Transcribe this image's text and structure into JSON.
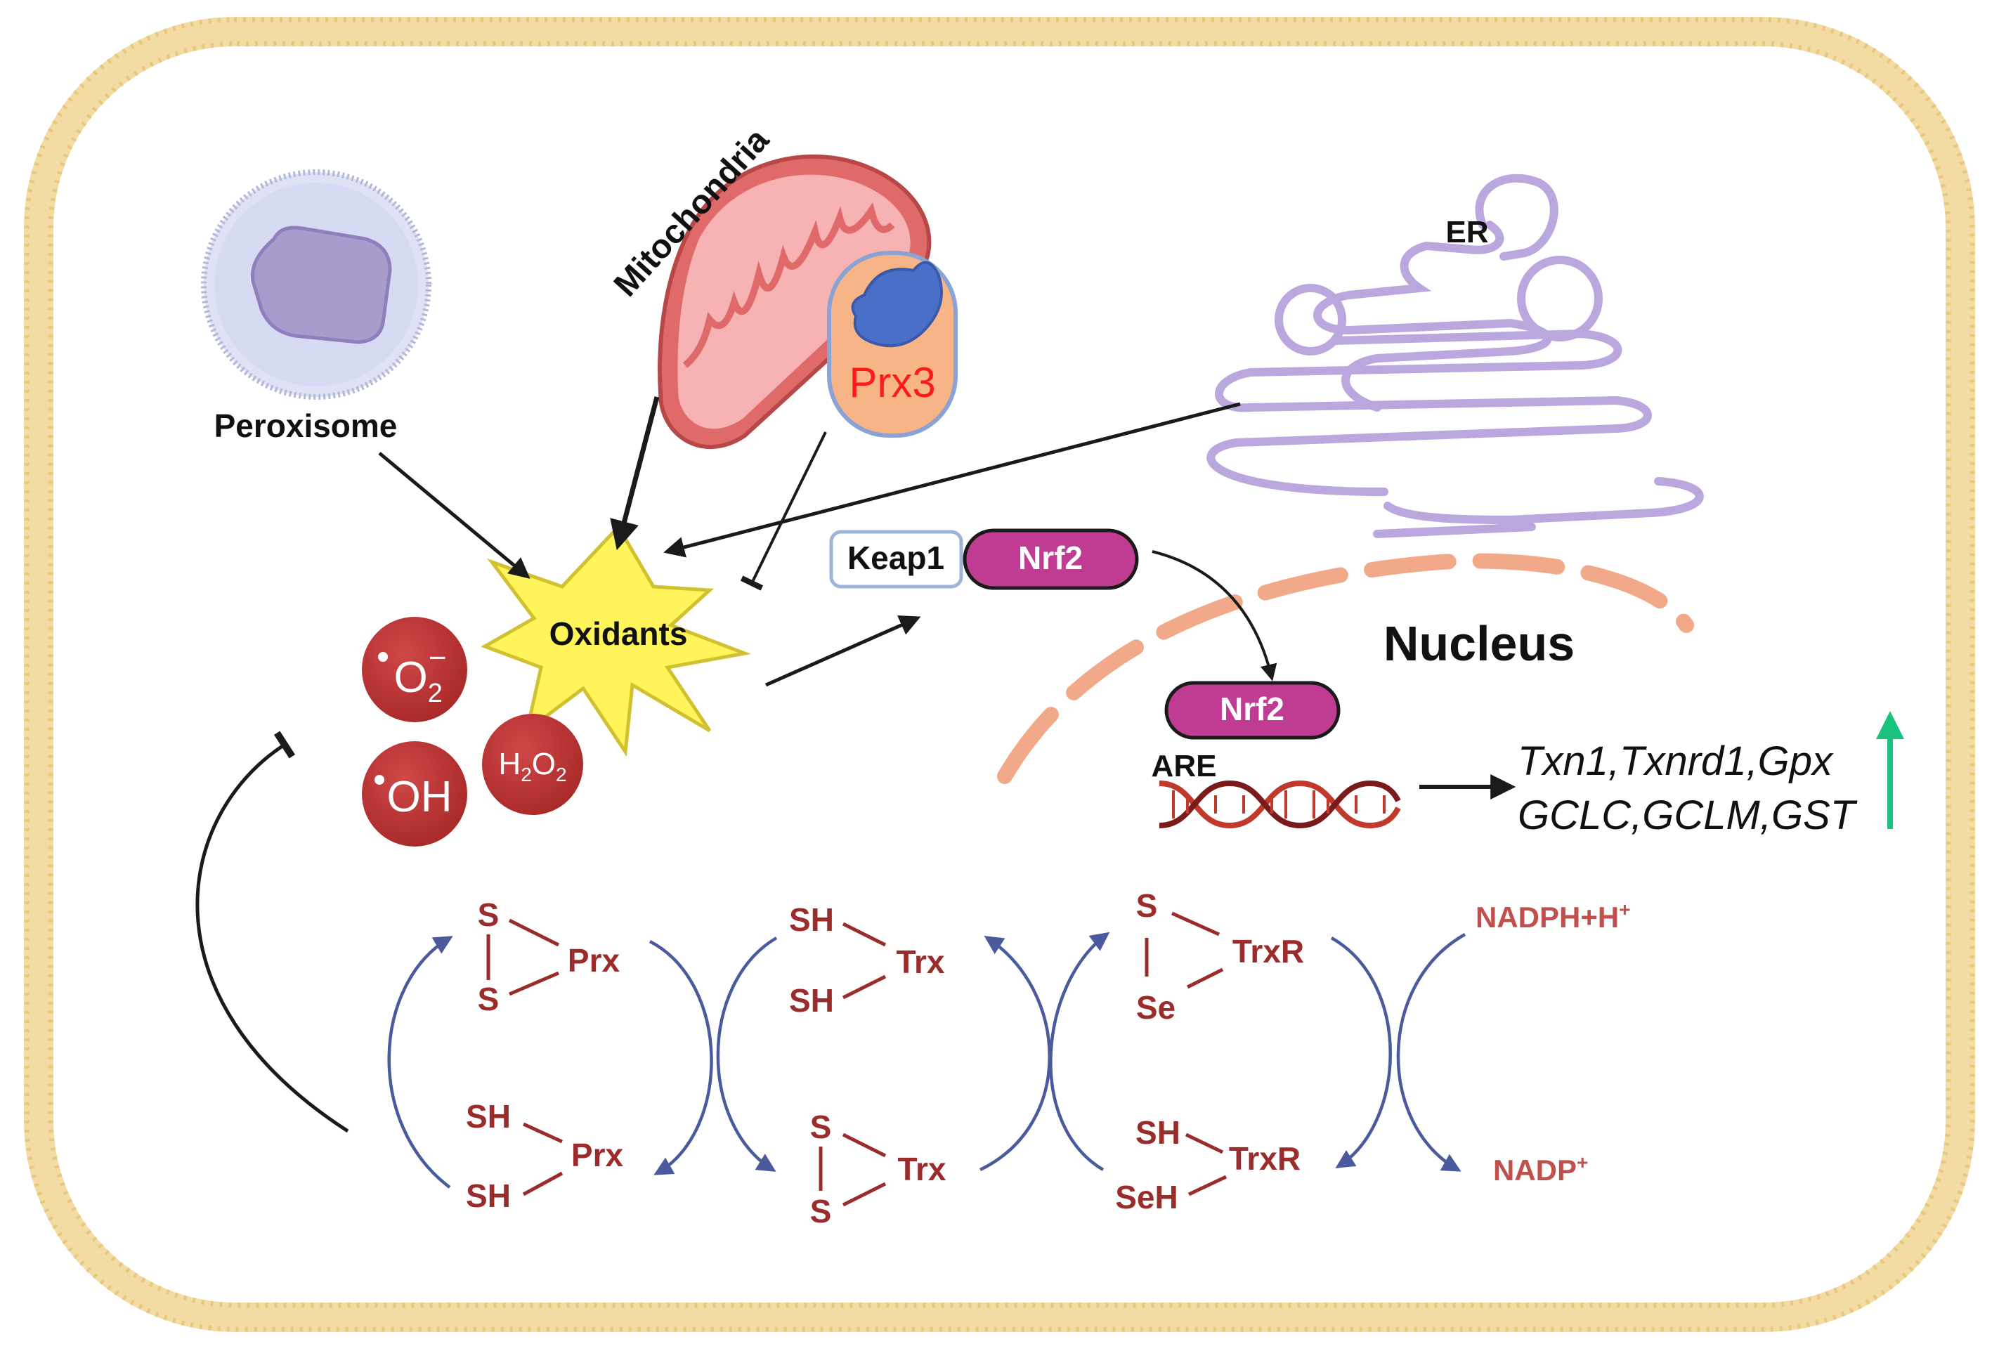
{
  "organelles": {
    "peroxisome": "Peroxisome",
    "mitochondria": "Mitochondria",
    "prx3": "Prx3",
    "er": "ER",
    "nucleus": "Nucleus"
  },
  "oxidants": {
    "label": "Oxidants",
    "superoxide_main": "O",
    "superoxide_sub": "2",
    "superoxide_sup": "−",
    "hydroxyl": "OH",
    "h2o2_h": "H",
    "h2o2_sub1": "2",
    "h2o2_o": "O",
    "h2o2_sub2": "2"
  },
  "signaling": {
    "keap1": "Keap1",
    "nrf2": "Nrf2",
    "nrf2_nuclear": "Nrf2",
    "are": "ARE",
    "genes_line1": "Txn1,Txnrd1,Gpx",
    "genes_line2": "GCLC,GCLM,GST"
  },
  "cycle": {
    "prx_ox_s1": "S",
    "prx_ox_s2": "S",
    "prx_ox_label": "Prx",
    "prx_red_sh1": "SH",
    "prx_red_sh2": "SH",
    "prx_red_label": "Prx",
    "trx_red_sh1": "SH",
    "trx_red_sh2": "SH",
    "trx_red_label": "Trx",
    "trx_ox_s1": "S",
    "trx_ox_s2": "S",
    "trx_ox_label": "Trx",
    "trxr_ox_s": "S",
    "trxr_ox_se": "Se",
    "trxr_ox_label": "TrxR",
    "trxr_red_sh": "SH",
    "trxr_red_seh": "SeH",
    "trxr_red_label": "TrxR",
    "nadph": "NADPH+H",
    "nadph_sup": "+",
    "nadp": "NADP",
    "nadp_sup": "+"
  },
  "colors": {
    "membrane": "#f0d28a",
    "mito": "#e06a6a",
    "prx3_text": "#ff1a1a",
    "er": "#b9a7dd",
    "nrf2_fill": "#c03c93",
    "ros": "#c0393a",
    "cycle_red": "#9b2c2c",
    "cycle_arrow": "#4a5a9c",
    "upregulation_arrow": "#19c37d"
  }
}
